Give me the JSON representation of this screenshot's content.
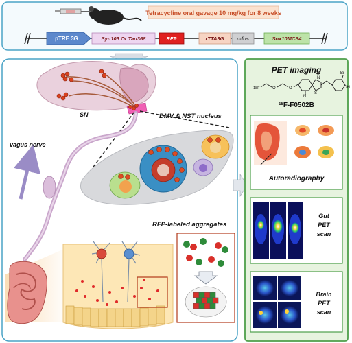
{
  "header": {
    "protocol_text": "Tetracycline oral gavage 10 mg/kg for 8 weeks",
    "construct": [
      "pTRE 3G",
      "Syn103 Or Tau368",
      "RFP",
      "rTTA3G",
      "c-fos",
      "Sox10MCS4"
    ]
  },
  "brain": {
    "sn_label": "SN",
    "dmv_label": "DMV & NST nucleus"
  },
  "vagus_label": "vagus nerve",
  "aggregates_label": "RFP-labeled aggregates",
  "pet": {
    "title": "PET imaging",
    "compound": "18F-F0502B",
    "compound_sup": "18",
    "compound_rest": "F-F0502B",
    "panels": [
      {
        "label": "Autoradiography"
      },
      {
        "label_lines": [
          "Gut",
          "PET",
          "scan"
        ]
      },
      {
        "label_lines": [
          "Brain",
          "PET",
          "scan"
        ]
      }
    ],
    "structure_atoms": [
      "18F",
      "O",
      "O",
      "N",
      "S",
      "N",
      "Br",
      "OH"
    ]
  },
  "colors": {
    "panel_border": "#4aa3c6",
    "pet_panel_bg": "#e7f3df",
    "pet_panel_border": "#4e9f4a",
    "banner_bg": "#fbe2cf",
    "banner_text": "#c8502a",
    "rfp": "#e02020",
    "construct_text": "#7a1515"
  }
}
